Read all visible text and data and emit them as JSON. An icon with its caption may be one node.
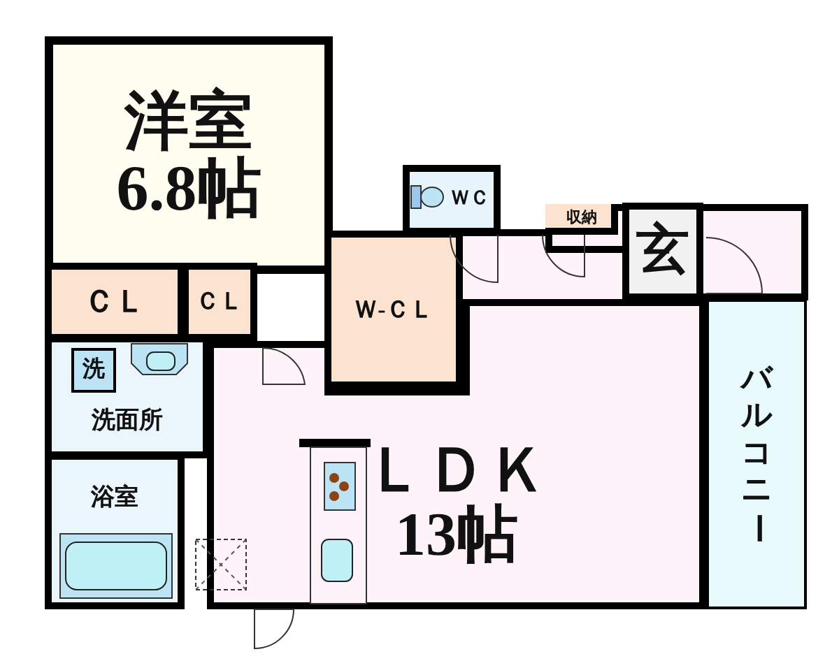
{
  "diagram": {
    "nodes": [
      {
        "text": [
          "洋室",
          "6.8帖"
        ]
      },
      {
        "text": [
          "ＣＬ"
        ]
      },
      {
        "text": [
          "ＣＬ"
        ]
      },
      {
        "text": [
          "Ｗ-ＣＬ"
        ]
      },
      {
        "text": [
          "ＷＣ"
        ]
      },
      {
        "text": [
          "収納"
        ]
      },
      {
        "text": [
          "玄"
        ]
      },
      {
        "text": [
          "ＬＤＫ",
          "13帖"
        ]
      },
      {
        "text": [
          "バルコニー"
        ]
      },
      {
        "text": [
          "洗面所"
        ]
      },
      {
        "text": [
          "洗"
        ],
        "in": 9
      },
      {
        "text": [
          "浴室"
        ]
      }
    ]
  }
}
